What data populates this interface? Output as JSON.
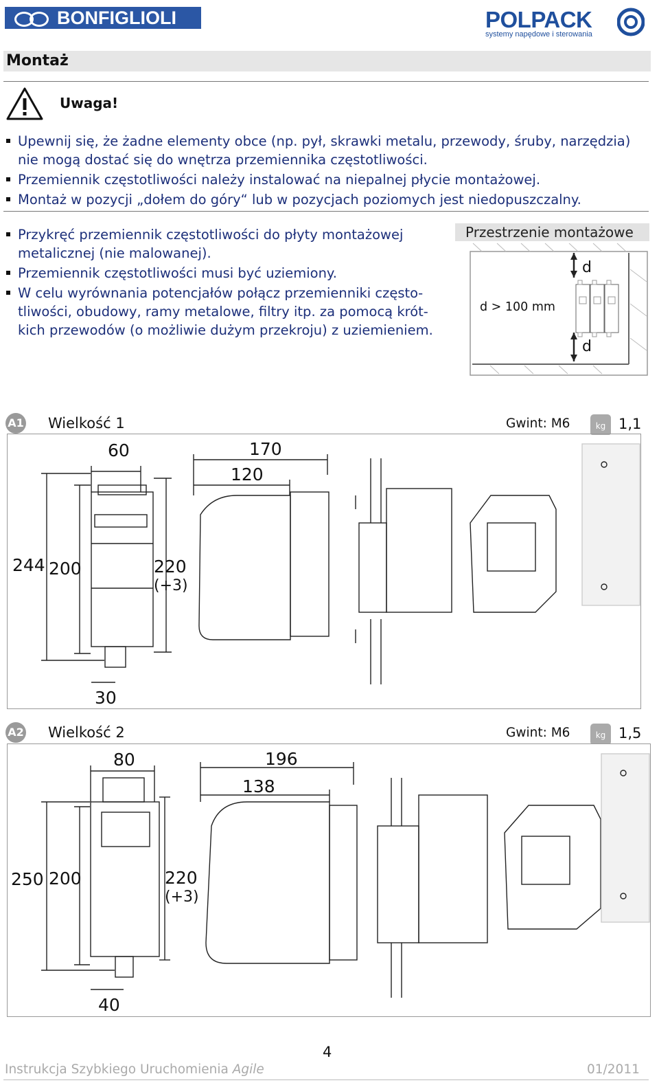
{
  "header": {
    "brand_left": "BONFIGLIOLI",
    "brand_right": "POLPACK",
    "brand_right_tagline": "systemy napędowe i sterowania",
    "brand_color": "#2b57a5"
  },
  "section": {
    "title": "Montaż"
  },
  "warning": {
    "title": "Uwaga!",
    "icon": "warning-triangle-icon",
    "items": [
      "Upewnij się, że żadne elementy obce (np. pył, skrawki metalu, przewody, śruby, narzędzia) nie mogą dostać się do wnętrza przemiennika częstotliwości.",
      "Przemiennik częstotliwości należy instalować na niepalnej płycie montażowej.",
      "Montaż w pozycji „dołem do góry“ lub w pozycjach poziomych jest niedopuszczalny."
    ]
  },
  "mounting": {
    "items": [
      "Przykręć przemiennik częstotliwości do płyty montażowej metalicznej (nie malowanej).",
      "Przemiennik częstotliwości musi być uziemiony.",
      "W celu wyrównania potencjałów połącz przemienniki często­tliwości, obudowy, ramy metalowe, filtry itp. za pomocą krót­kich przewodów (o możliwie dużym przekroju) z uziemieniem."
    ],
    "space": {
      "title": "Przestrzenie montażowe",
      "d_top": "d",
      "d_bottom": "d",
      "note": "d > 100 mm"
    }
  },
  "sizes": [
    {
      "badge": "A1",
      "label": "Wielkość 1",
      "thread": "Gwint: M6",
      "weight_icon": "kg",
      "weight": "1,1",
      "width": "60",
      "depth_total": "170",
      "depth": "120",
      "height_total": "244",
      "height": "200",
      "mount_height": "220",
      "mount_tol": "(+3)",
      "bottom": "30"
    },
    {
      "badge": "A2",
      "label": "Wielkość 2",
      "thread": "Gwint: M6",
      "weight_icon": "kg",
      "weight": "1,5",
      "width": "80",
      "depth_total": "196",
      "depth": "138",
      "height_total": "250",
      "height": "200",
      "mount_height": "220",
      "mount_tol": "(+3)",
      "bottom": "40"
    }
  ],
  "footer": {
    "doc_title": "Instrukcja Szybkiego Uruchomienia",
    "product": "Agile",
    "page": "4",
    "date": "01/2011"
  }
}
